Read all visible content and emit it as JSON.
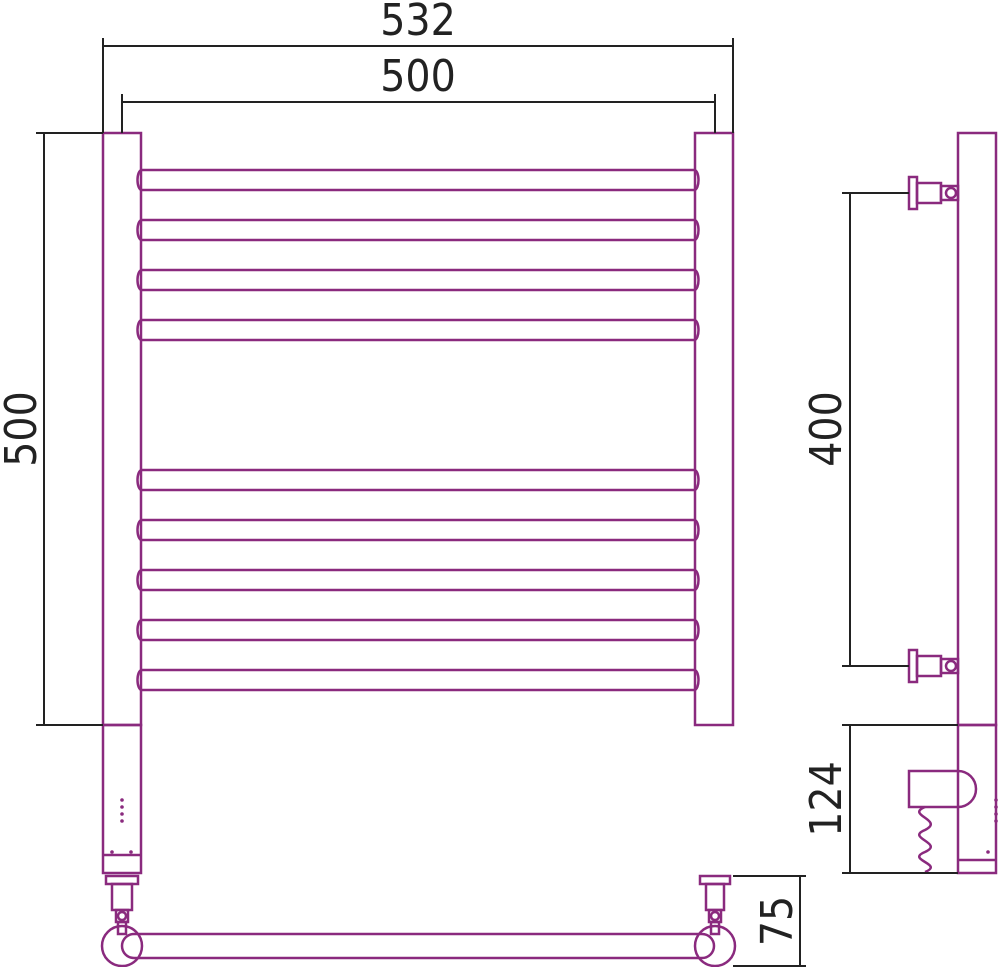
{
  "colors": {
    "outline": "#8a2a7e",
    "dimension": "#222222",
    "background": "#ffffff"
  },
  "dimensions": {
    "overall_width": "532",
    "center_width": "500",
    "height": "500",
    "mount_spacing": "400",
    "heater_offset": "124",
    "connection_depth": "75"
  },
  "rail": {
    "crossbars_upper": 4,
    "crossbars_lower": 5
  }
}
